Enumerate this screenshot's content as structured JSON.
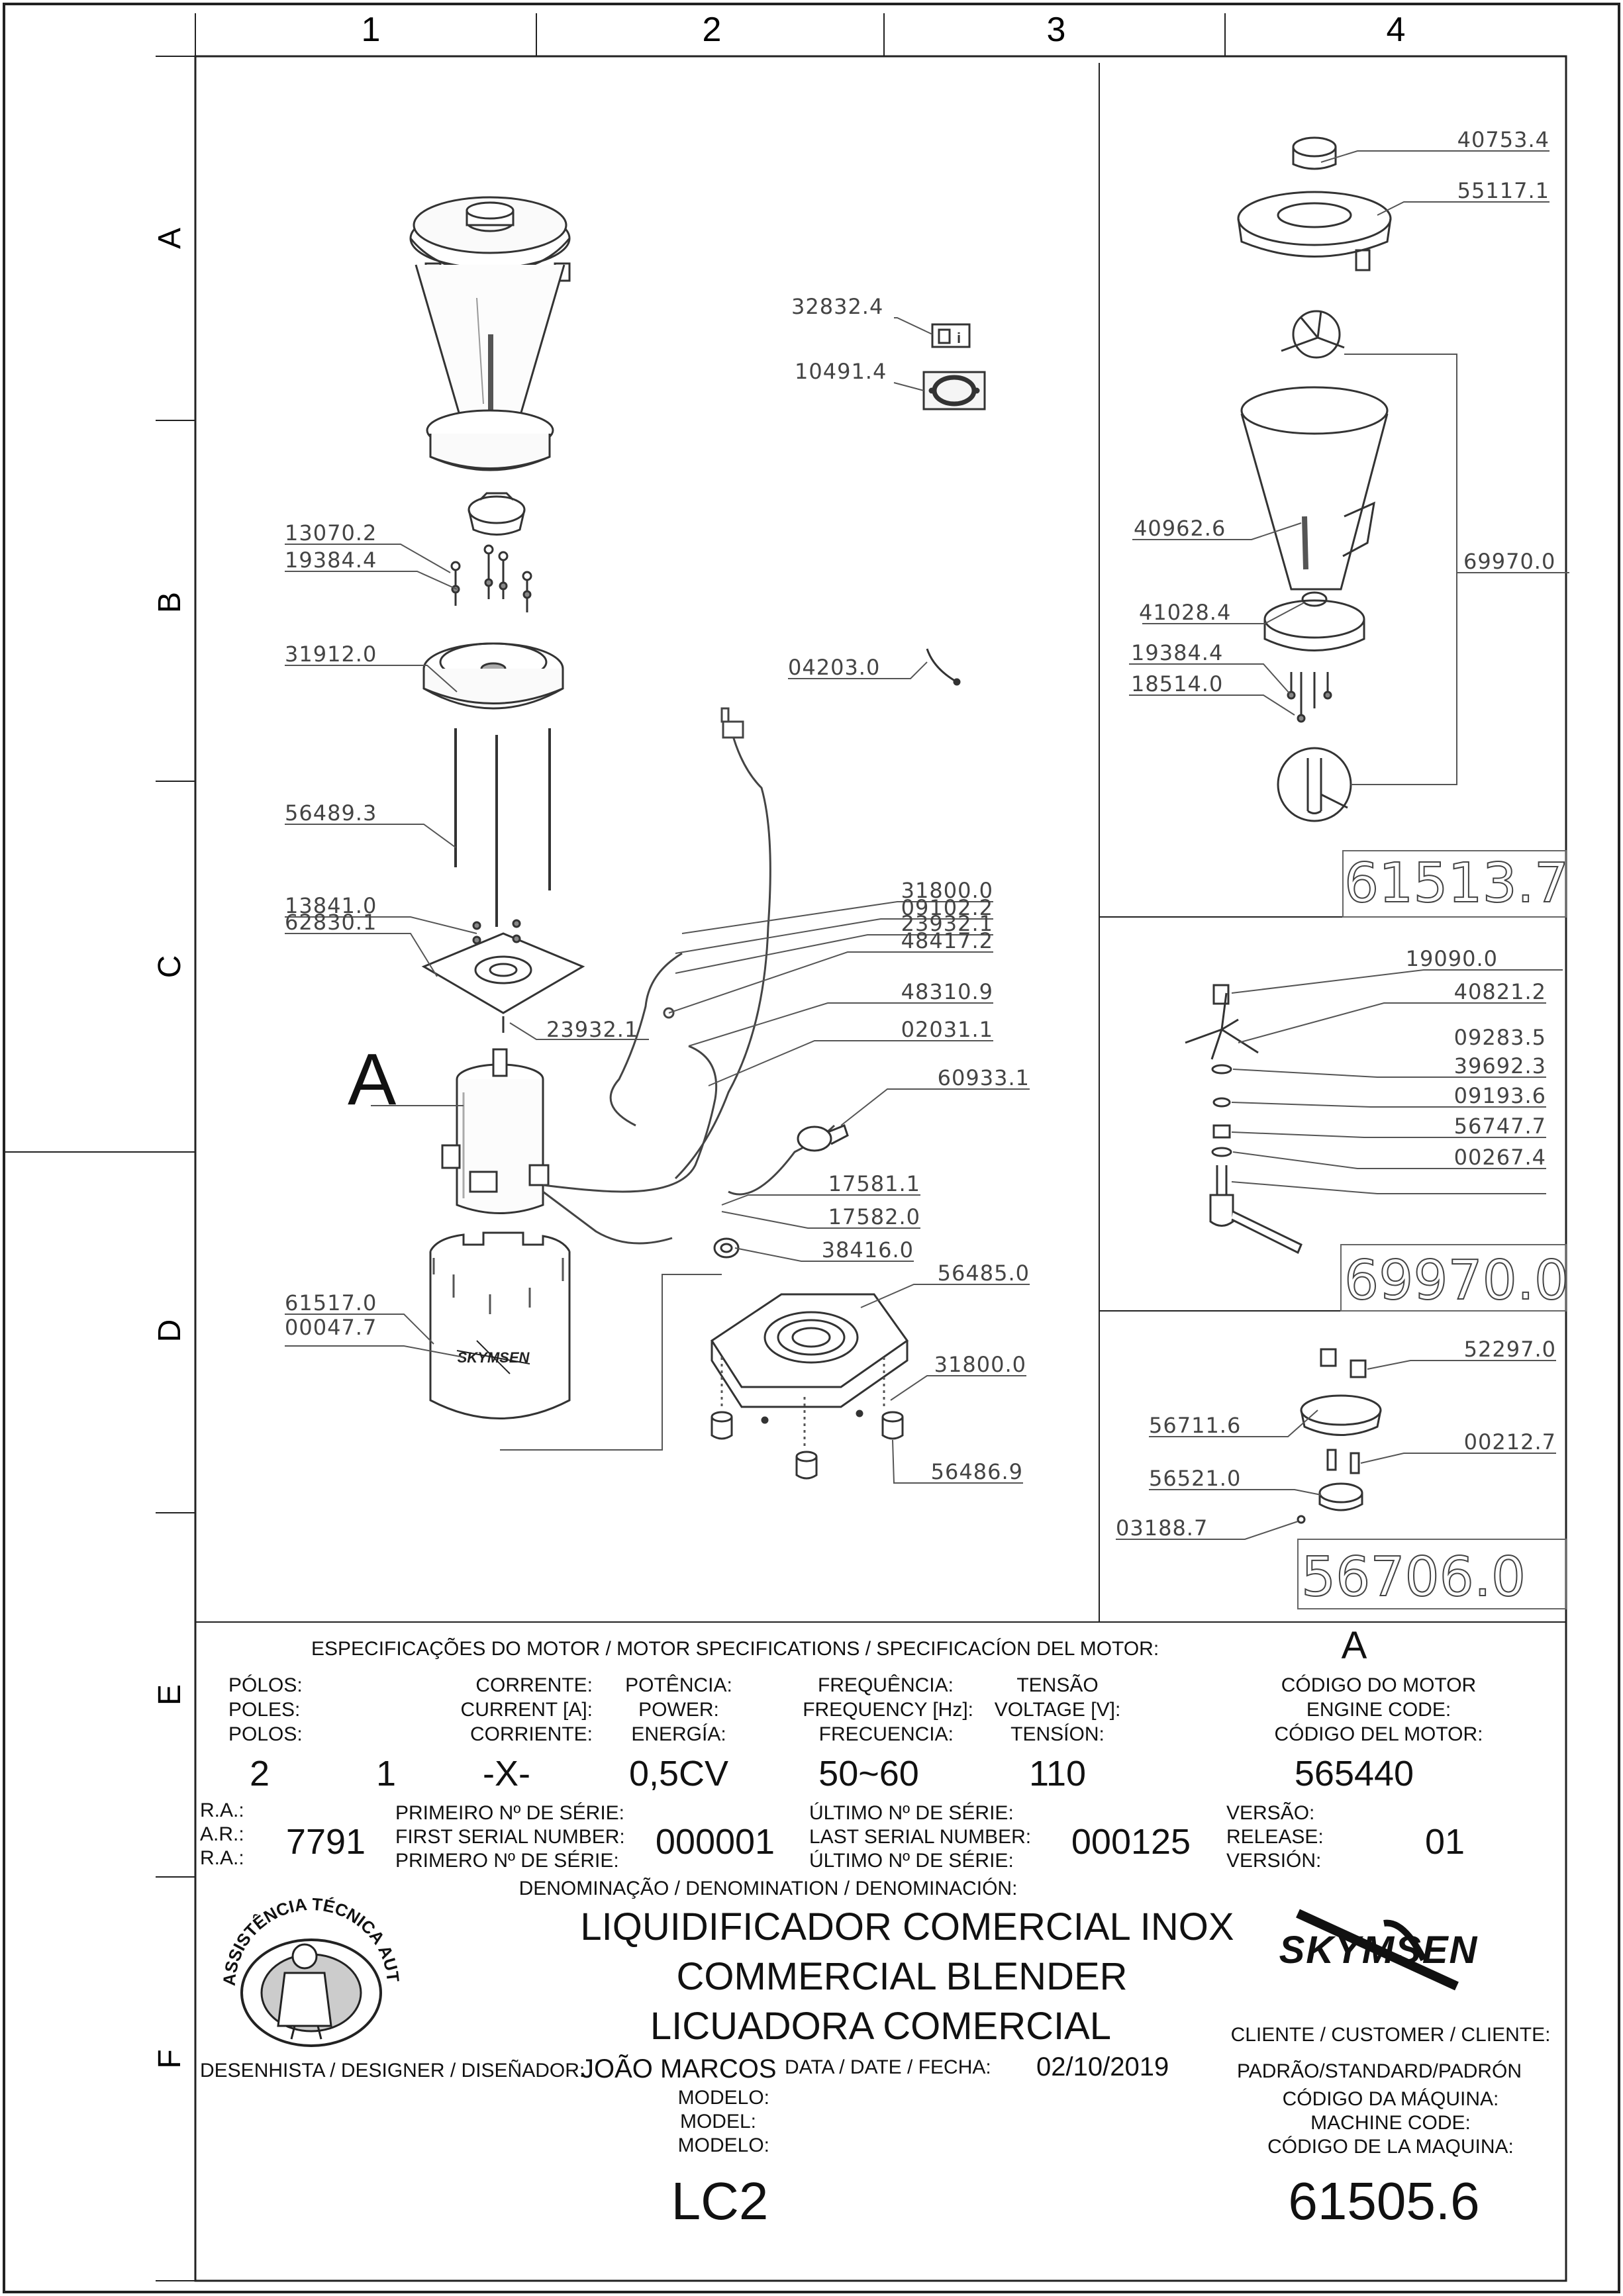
{
  "grid": {
    "columns": [
      "1",
      "2",
      "3",
      "4"
    ],
    "rows": [
      "A",
      "B",
      "C",
      "D",
      "E",
      "F"
    ]
  },
  "part_numbers": {
    "p40753_4": "40753.4",
    "p55117_1": "55117.1",
    "p32832_4": "32832.4",
    "p10491_4": "10491.4",
    "p40962_6": "40962.6",
    "p69970_0": "69970.0",
    "p41028_4": "41028.4",
    "p19384_4b": "19384.4",
    "p18514_0": "18514.0",
    "p13070_2": "13070.2",
    "p19384_4a": "19384.4",
    "p31912_0": "31912.0",
    "p04203_0": "04203.0",
    "p56489_3": "56489.3",
    "p13841_0": "13841.0",
    "p62830_1": "62830.1",
    "p23932_1a": "23932.1",
    "p31800_0a": "31800.0",
    "p09102_2": "09102.2",
    "p23932_1b": "23932.1",
    "p48417_2": "48417.2",
    "p48310_9": "48310.9",
    "p02031_1": "02031.1",
    "p60933_1": "60933.1",
    "p17581_1": "17581.1",
    "p17582_0": "17582.0",
    "p38416_0": "38416.0",
    "p56485_0": "56485.0",
    "p61517_0": "61517.0",
    "p00047_7": "00047.7",
    "p31800_0b": "31800.0",
    "p56486_9": "56486.9",
    "p19090_0": "19090.0",
    "p40821_2": "40821.2",
    "p09283_5": "09283.5",
    "p39692_3": "39692.3",
    "p09193_6": "09193.6",
    "p56747_7": "56747.7",
    "p00267_4": "00267.4",
    "p52297_0": "52297.0",
    "p56711_6": "56711.6",
    "p00212_7": "00212.7",
    "p56521_0": "56521.0",
    "p03188_7": "03188.7"
  },
  "subassemblies": {
    "jar_assembly": "61513.7",
    "blade_assembly": "69970.0",
    "support_assembly": "56706.0"
  },
  "callout_letter": "A",
  "motor_spec": {
    "header": "ESPECIFICAÇÕES DO MOTOR / MOTOR SPECIFICATIONS / SPECIFICACÍON DEL MOTOR:",
    "header_ref": "A",
    "poles": {
      "pt": "PÓLOS:",
      "en": "POLES:",
      "es": "POLOS:",
      "value": "2"
    },
    "current": {
      "pt": "CORRENTE:",
      "en": "CURRENT [A]:",
      "es": "CORRIENTE:",
      "value": "1"
    },
    "power": {
      "pt": "POTÊNCIA:",
      "en": "POWER:",
      "es": "ENERGÍA:",
      "value": "-X-",
      "value2": "0,5CV"
    },
    "frequency": {
      "pt": "FREQUÊNCIA:",
      "en": "FREQUENCY [Hz]:",
      "es": "FRECUENCIA:",
      "value": "50~60"
    },
    "voltage": {
      "pt": "TENSÃO",
      "en": "VOLTAGE [V]:",
      "es": "TENSÍON:",
      "value": "110"
    },
    "engine_code": {
      "pt": "CÓDIGO DO MOTOR",
      "en": "ENGINE CODE:",
      "es": "CÓDIGO DEL MOTOR:",
      "value": "565440"
    }
  },
  "title_block": {
    "ra": {
      "l1": "R.A.:",
      "l2": "A.R.:",
      "l3": "R.A.:",
      "value": "7791"
    },
    "first_serial": {
      "pt": "PRIMEIRO Nº DE SÉRIE:",
      "en": "FIRST SERIAL NUMBER:",
      "es": "PRIMERO Nº DE SÉRIE:",
      "value": "000001"
    },
    "last_serial": {
      "pt": "ÚLTIMO Nº DE SÉRIE:",
      "en": "LAST SERIAL NUMBER:",
      "es": "ÚLTIMO Nº DE SÉRIE:",
      "value": "000125"
    },
    "release": {
      "pt": "VERSÃO:",
      "en": "RELEASE:",
      "es": "VERSIÓN:",
      "value": "01"
    },
    "denomination_label": "DENOMINAÇÃO / DENOMINATION / DENOMINACIÓN:",
    "denomination": [
      "LIQUIDIFICADOR COMERCIAL INOX",
      "COMMERCIAL BLENDER",
      "LICUADORA COMERCIAL"
    ],
    "brand": "SKYMSEN",
    "seal_text": "ASSISTÊNCIA TÉCNICA AUTORIZADA",
    "designer_label": "DESENHISTA / DESIGNER / DISEÑADOR:",
    "designer": "JOÃO MARCOS",
    "date_label": "DATA / DATE / FECHA:",
    "date": "02/10/2019",
    "customer_label": "CLIENTE / CUSTOMER / CLIENTE:",
    "customer": "PADRÃO/STANDARD/PADRÓN",
    "model_label": {
      "pt": "MODELO:",
      "en": "MODEL:",
      "es": "MODELO:"
    },
    "model": "LC2",
    "machine_code_label": {
      "pt": "CÓDIGO DA MÁQUINA:",
      "en": "MACHINE CODE:",
      "es": "CÓDIGO DE LA MAQUINA:"
    },
    "machine_code": "61505.6"
  }
}
